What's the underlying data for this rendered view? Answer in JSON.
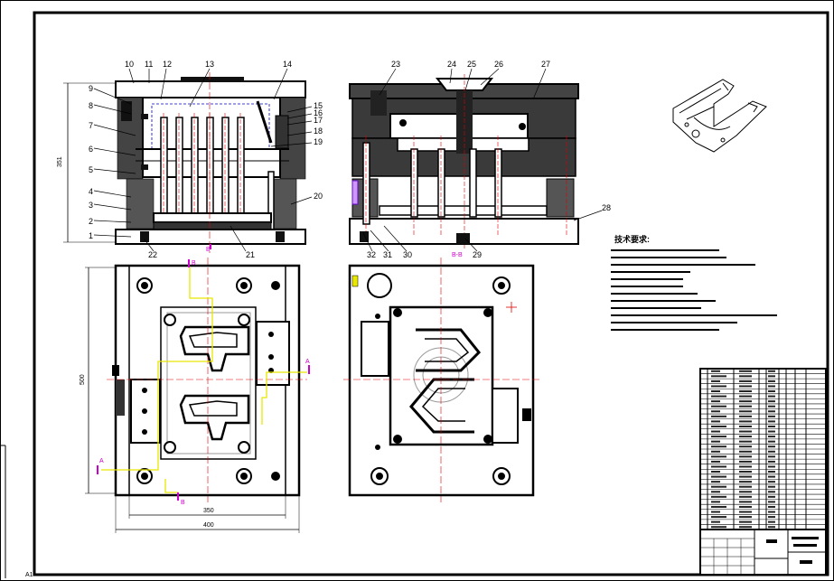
{
  "drawing": {
    "part_numbers": [
      "1",
      "2",
      "3",
      "4",
      "5",
      "6",
      "7",
      "8",
      "9",
      "10",
      "11",
      "12",
      "13",
      "14",
      "15",
      "16",
      "17",
      "18",
      "19",
      "20",
      "21",
      "22",
      "23",
      "24",
      "25",
      "26",
      "27",
      "28",
      "29",
      "30",
      "31",
      "32"
    ],
    "dimensions": {
      "height_front": "351",
      "height_plan": "500",
      "width_inner": "350",
      "width_outer": "400"
    },
    "section_labels": {
      "section_ref": "B-B",
      "marker_a": "A",
      "marker_b": "B"
    },
    "technical_requirements_title": "技术要求:",
    "corner_mark": "A1"
  },
  "colors": {
    "line": "#000000",
    "center_line": "#e00000",
    "hidden": "#0000cc",
    "section_marker": "#cc00cc",
    "cut_line": "#e8e800"
  }
}
